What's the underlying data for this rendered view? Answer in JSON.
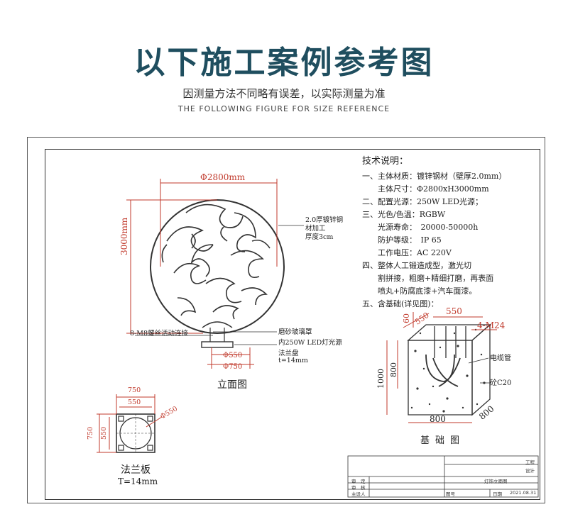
{
  "header": {
    "title": "以下施工案例参考图",
    "subtitle": "因测量方法不同略有误差，以实际测量为准",
    "subtitle_en": "THE FOLLOWING FIGURE FOR SIZE REFERENCE"
  },
  "elevation": {
    "dim_width": "Φ2800mm",
    "dim_height": "3000mm",
    "note_material": [
      "2.0厚镀锌钢",
      "材加工",
      "厚度3cm"
    ],
    "note_bolts": "8-M8螺丝活动连接",
    "note_glass": "磨砂玻璃罩",
    "note_light": "内250W LED灯光源",
    "note_flange": "法兰盘",
    "note_t": "t=14mm",
    "dim_550": "Φ550",
    "dim_750": "Φ750",
    "caption": "立面图"
  },
  "flange": {
    "dim_750_h": "750",
    "dim_550_h": "550",
    "dim_750_v": "750",
    "dim_550_v": "550",
    "dim_diam": "Φ550",
    "caption": "法兰板",
    "thickness": "T=14mm"
  },
  "specs": {
    "heading": "技术说明：",
    "lines": [
      "一、主体材质：镀锌钢材（壁厚2.0mm）",
      "　　主体尺寸：Φ2800xH3000mm",
      "二、配置光源：250W LED光源；",
      "三、光色/色温：RGBW",
      "　　光源寿命：　20000-50000h",
      "　　防护等级：　IP 65",
      "　　工作电压：AC 220V",
      "四、整体人工锻造成型，激光切",
      "　　割拼接，粗磨+精细打磨，再表面",
      "　　喷丸+防腐底漆+汽车面漆。",
      "五、含基础(详见图)："
    ]
  },
  "foundation": {
    "dim_60": "60",
    "dim_550a": "550",
    "dim_550b": "550",
    "bolts": "4-M24",
    "cable": "电缆管",
    "concrete": "砼C20",
    "dim_800v": "800",
    "dim_1000": "1000",
    "dim_800h": "800",
    "dim_800d": "800",
    "caption": "基础图"
  },
  "title_block": {
    "project": "工程",
    "design": "设计",
    "review": "审　定",
    "check": "审　核",
    "lead": "主设人",
    "drawing_name": "灯饰立面图",
    "drawing_no": "图号",
    "date_label": "日期",
    "date_value": "2021.08.31"
  },
  "colors": {
    "title": "#1f4e5f",
    "dimension": "#c0392b",
    "line": "#333333"
  }
}
